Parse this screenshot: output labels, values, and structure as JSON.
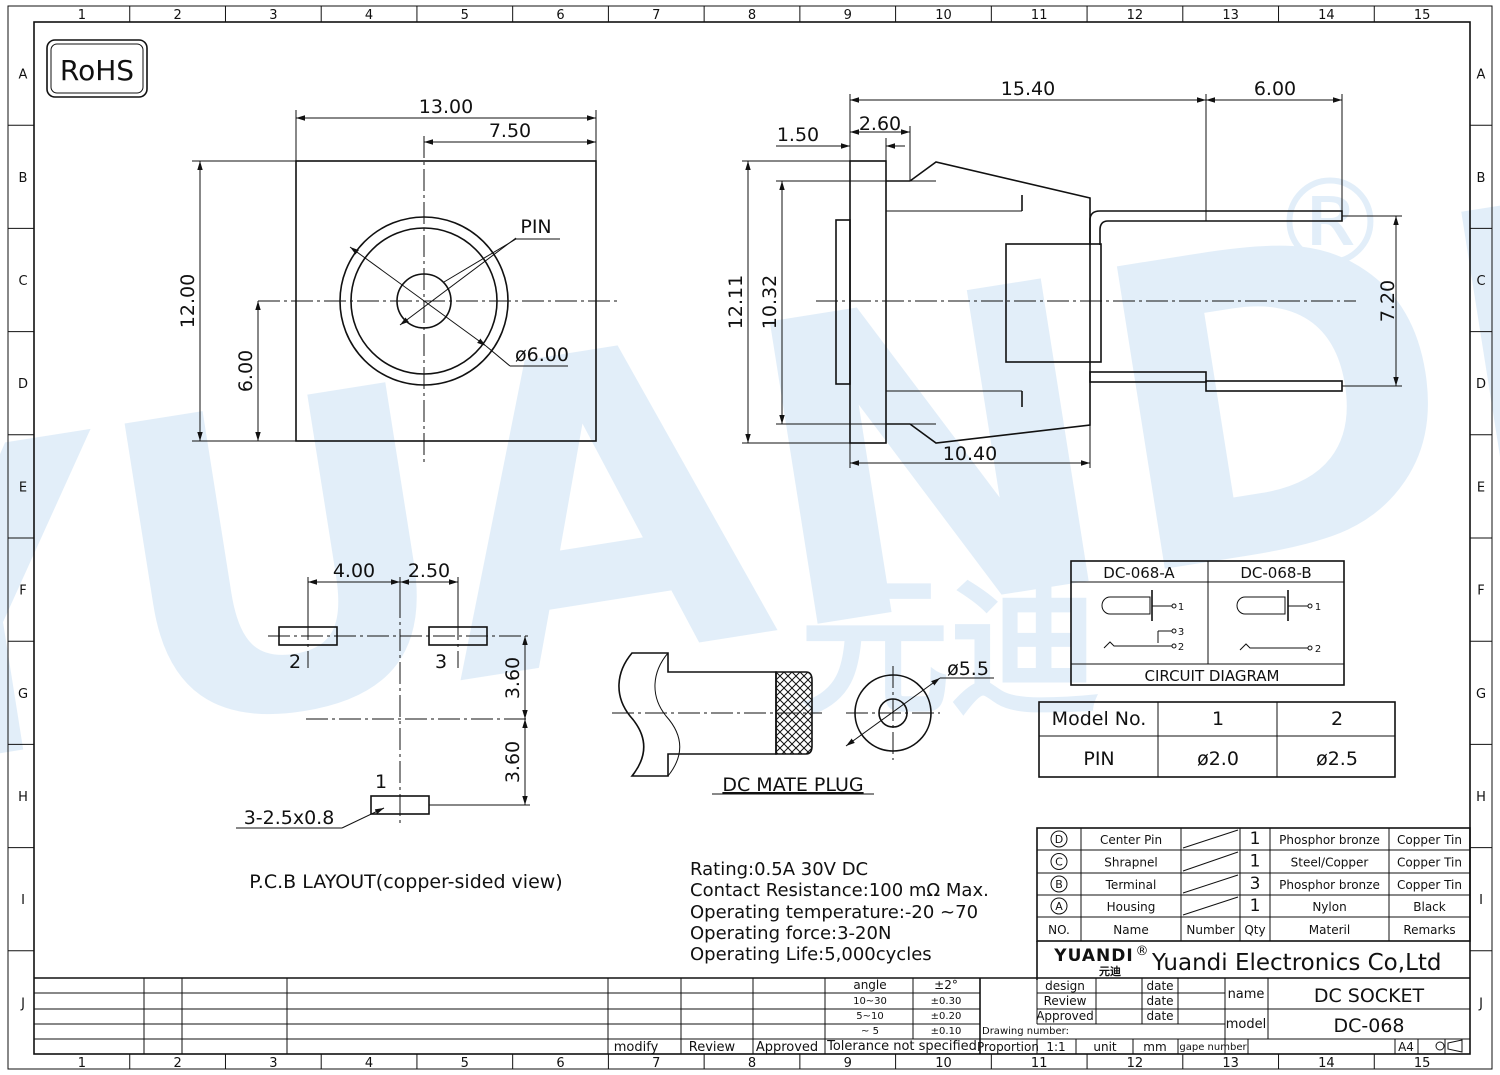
{
  "frame": {
    "columns": [
      "1",
      "2",
      "3",
      "4",
      "5",
      "6",
      "7",
      "8",
      "9",
      "10",
      "11",
      "12",
      "13",
      "14",
      "15"
    ],
    "rows": [
      "A",
      "B",
      "C",
      "D",
      "E",
      "F",
      "G",
      "H",
      "I",
      "J"
    ]
  },
  "rohs": "RoHS",
  "watermark": {
    "brand": "YUANDI",
    "mark": "®",
    "chinese": "元迪",
    "color": "#3a8fd6"
  },
  "front_view": {
    "dim_width": "13.00",
    "dim_half_width": "7.50",
    "dim_height": "12.00",
    "dim_half_height": "6.00",
    "pin_label": "PIN",
    "diameter_label": "ø6.00"
  },
  "side_view": {
    "dim_length": "15.40",
    "dim_pins": "6.00",
    "dim_flange": "1.50",
    "dim_step": "2.60",
    "dim_height_outer": "12.11",
    "dim_height_inner": "10.32",
    "dim_pin_spacing": "7.20",
    "dim_body": "10.40"
  },
  "pcb_layout": {
    "dim_a": "4.00",
    "dim_b": "2.50",
    "dim_c": "3.60",
    "dim_d": "3.60",
    "pad_1": "1",
    "pad_2": "2",
    "pad_3": "3",
    "hole_spec": "3-2.5x0.8",
    "caption": "P.C.B LAYOUT(copper-sided view)"
  },
  "mate_plug": {
    "diameter_label": "ø5.5",
    "caption": "DC MATE PLUG"
  },
  "circuit": {
    "col_a": "DC-068-A",
    "col_b": "DC-068-B",
    "caption": "CIRCUIT DIAGRAM",
    "pins": {
      "p1": "1",
      "p2": "2",
      "p3": "3"
    }
  },
  "model_table": {
    "header": [
      "Model No.",
      "1",
      "2"
    ],
    "row": [
      "PIN",
      "ø2.0",
      "ø2.5"
    ]
  },
  "specs": [
    "Rating:0.5A 30V DC",
    "Contact Resistance:100 mΩ Max.",
    "Operating temperature:-20  ~70",
    "Operating force:3-20N",
    "Operating Life:5,000cycles"
  ],
  "bom": {
    "rows": [
      {
        "no": "D",
        "name": "Center Pin",
        "number": "",
        "qty": "1",
        "material": "Phosphor bronze",
        "remarks": "Copper Tin"
      },
      {
        "no": "C",
        "name": "Shrapnel",
        "number": "",
        "qty": "1",
        "material": "Steel/Copper",
        "remarks": "Copper Tin"
      },
      {
        "no": "B",
        "name": "Terminal",
        "number": "",
        "qty": "3",
        "material": "Phosphor bronze",
        "remarks": "Copper Tin"
      },
      {
        "no": "A",
        "name": "Housing",
        "number": "",
        "qty": "1",
        "material": "Nylon",
        "remarks": "Black"
      }
    ],
    "header": {
      "no": "NO.",
      "name": "Name",
      "number": "Number",
      "qty": "Qty",
      "material": "Materil",
      "remarks": "Remarks"
    }
  },
  "company": {
    "logo": "YUANDI",
    "logo_sub": "元迪",
    "mark": "®",
    "name": "Yuandi Electronics Co,Ltd"
  },
  "title_block": {
    "tolerance": {
      "rows": [
        [
          "angle",
          "±2°"
        ],
        [
          "10~30",
          "±0.30"
        ],
        [
          "5~10",
          "±0.20"
        ],
        [
          "~ 5",
          "±0.10"
        ]
      ],
      "label": "Tolerance not specified"
    },
    "signoff": [
      "design",
      "Review",
      "Approved"
    ],
    "date_label": "date",
    "drawing_number_label": "Drawing number:",
    "proportion_label": "Proportion",
    "proportion_value": "1:1",
    "unit_label": "unit",
    "unit_value": "mm",
    "page_number_label": "gape number",
    "paper_size": "A4",
    "name_label": "name",
    "name_value": "DC SOCKET",
    "model_label": "model",
    "model_value": "DC-068",
    "revision_cols": [
      "modify",
      "Review",
      "Approved"
    ]
  }
}
